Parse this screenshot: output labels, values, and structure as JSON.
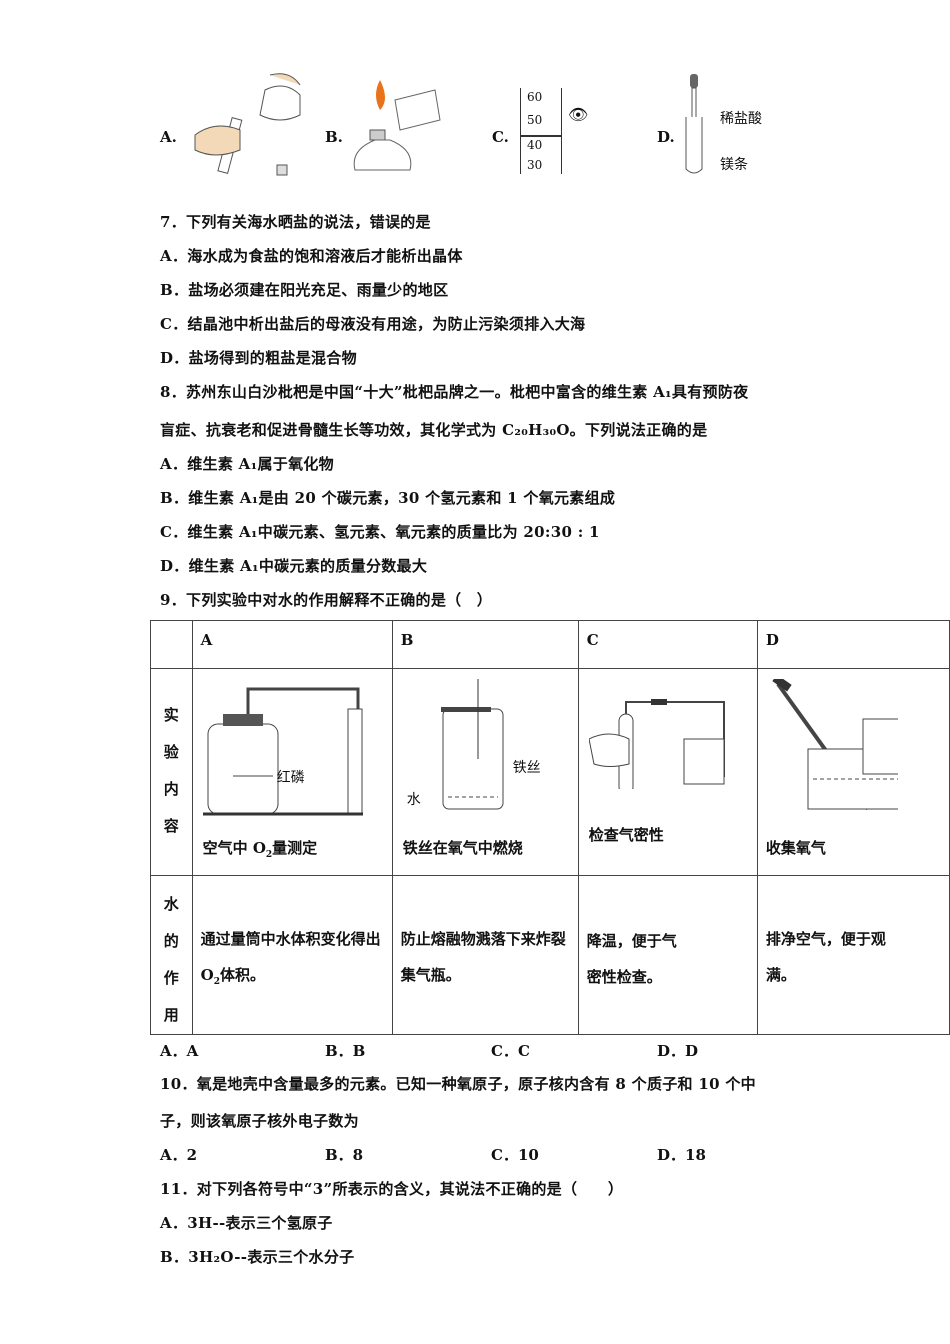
{
  "q6_options": [
    {
      "label": "A.",
      "figure": "pouring-liquid-into-test-tube"
    },
    {
      "label": "B.",
      "figure": "lighting-alcohol-lamp-with-another-lamp"
    },
    {
      "label": "C.",
      "figure": "reading-graduated-cylinder",
      "ticks": [
        "60",
        "50",
        "40",
        "30"
      ]
    },
    {
      "label": "D.",
      "figure": "dropper-into-test-tube",
      "annotations": [
        "稀盐酸",
        "镁条"
      ]
    }
  ],
  "q7": {
    "stem": "7．下列有关海水晒盐的说法，错误的是",
    "options": [
      "A．海水成为食盐的饱和溶液后才能析出晶体",
      "B．盐场必须建在阳光充足、雨量少的地区",
      "C．结晶池中析出盐后的母液没有用途，为防止污染须排入大海",
      "D．盐场得到的粗盐是混合物"
    ]
  },
  "q8": {
    "stem_line1": "8．苏州东山白沙枇杷是中国“十大”枇杷品牌之一。枇杷中富含的维生素 A₁具有预防夜",
    "stem_line2": "盲症、抗衰老和促进骨髓生长等功效，其化学式为 C₂₀H₃₀O。下列说法正确的是",
    "options": [
      "A．维生素 A₁属于氧化物",
      "B．维生素 A₁是由 20 个碳元素，30 个氢元素和 1 个氧元素组成",
      "C．维生素 A₁中碳元素、氢元素、氧元素的质量比为 20:30 : 1",
      "D．维生素 A₁中碳元素的质量分数最大"
    ]
  },
  "q9": {
    "stem": "9．下列实验中对水的作用解释不正确的是（　）",
    "row1_header": "实验内容",
    "row2_header": "水的作用",
    "columns": [
      {
        "head": "A",
        "content": "空气中 O₂量测定",
        "labels": [
          "红磷"
        ],
        "role_line1": "通过量筒中水体积变化得出",
        "role_line2": "O₂体积。"
      },
      {
        "head": "B",
        "content": "铁丝在氧气中燃烧",
        "labels": [
          "铁丝",
          "水"
        ],
        "role_line1": "防止熔融物溅落下来炸裂",
        "role_line2": "集气瓶。"
      },
      {
        "head": "C",
        "content": "检查气密性",
        "labels": [],
        "role_line1": "降温，便于气",
        "role_line2": "密性检查。"
      },
      {
        "head": "D",
        "content": "收集氧气",
        "labels": [],
        "role_line1": "排净空气，便于观",
        "role_line2": "满。"
      }
    ],
    "answers": [
      "A．A",
      "B．B",
      "C．C",
      "D．D"
    ]
  },
  "q10": {
    "stem_line1": "10．氧是地壳中含量最多的元素。已知一种氧原子，原子核内含有 8 个质子和 10 个中",
    "stem_line2": "子，则该氧原子核外电子数为",
    "answers": [
      "A．2",
      "B．8",
      "C．10",
      "D．18"
    ]
  },
  "q11": {
    "stem": "11．对下列各符号中“3”所表示的含义，其说法不正确的是（　　）",
    "options": [
      "A．3H--表示三个氢原子",
      "B．3H₂O--表示三个水分子"
    ]
  }
}
